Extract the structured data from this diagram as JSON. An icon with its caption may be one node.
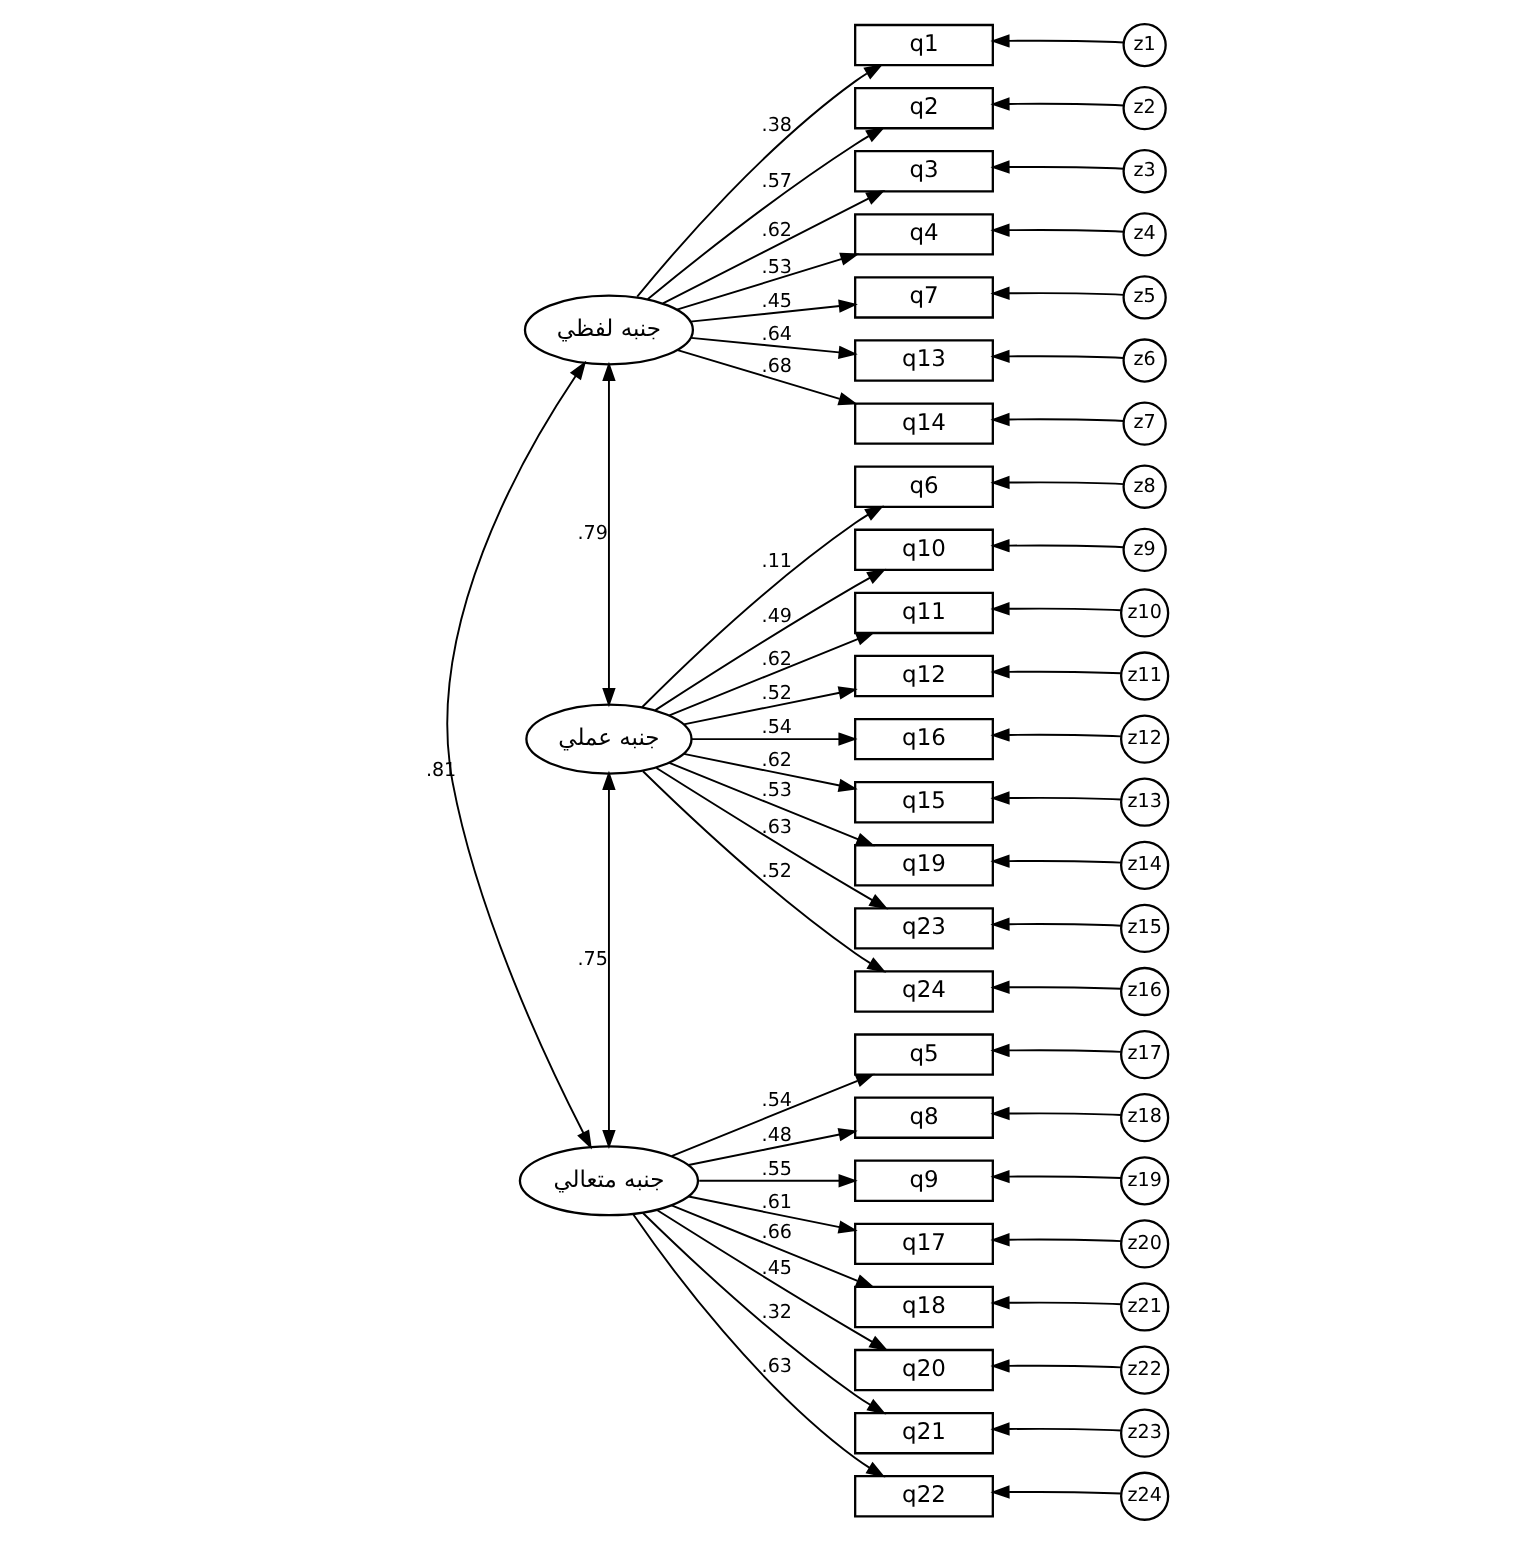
{
  "diagram": {
    "nodes": [
      {
        "text": [
          "جنبه لفظي"
        ]
      },
      {
        "text": [
          "جنبه عملي"
        ]
      },
      {
        "text": [
          "جنبه متعالي"
        ]
      },
      {
        "text": [
          "q1"
        ]
      },
      {
        "text": [
          "z1"
        ]
      },
      {
        "text": [
          "q2"
        ]
      },
      {
        "text": [
          "z2"
        ]
      },
      {
        "text": [
          "q3"
        ]
      },
      {
        "text": [
          "z3"
        ]
      },
      {
        "text": [
          "q4"
        ]
      },
      {
        "text": [
          "z4"
        ]
      },
      {
        "text": [
          "q7"
        ]
      },
      {
        "text": [
          "z5"
        ]
      },
      {
        "text": [
          "q13"
        ]
      },
      {
        "text": [
          "z6"
        ]
      },
      {
        "text": [
          "q14"
        ]
      },
      {
        "text": [
          "z7"
        ]
      },
      {
        "text": [
          "q6"
        ]
      },
      {
        "text": [
          "z8"
        ]
      },
      {
        "text": [
          "q10"
        ]
      },
      {
        "text": [
          "z9"
        ]
      },
      {
        "text": [
          "q11"
        ]
      },
      {
        "text": [
          "z10"
        ]
      },
      {
        "text": [
          "q12"
        ]
      },
      {
        "text": [
          "z11"
        ]
      },
      {
        "text": [
          "q16"
        ]
      },
      {
        "text": [
          "z12"
        ]
      },
      {
        "text": [
          "q15"
        ]
      },
      {
        "text": [
          "z13"
        ]
      },
      {
        "text": [
          "q19"
        ]
      },
      {
        "text": [
          "z14"
        ]
      },
      {
        "text": [
          "q23"
        ]
      },
      {
        "text": [
          "z15"
        ]
      },
      {
        "text": [
          "q24"
        ]
      },
      {
        "text": [
          "z16"
        ]
      },
      {
        "text": [
          "q5"
        ]
      },
      {
        "text": [
          "z17"
        ]
      },
      {
        "text": [
          "q8"
        ]
      },
      {
        "text": [
          "z18"
        ]
      },
      {
        "text": [
          "q9"
        ]
      },
      {
        "text": [
          "z19"
        ]
      },
      {
        "text": [
          "q17"
        ]
      },
      {
        "text": [
          "z20"
        ]
      },
      {
        "text": [
          "q18"
        ]
      },
      {
        "text": [
          "z21"
        ]
      },
      {
        "text": [
          "q20"
        ]
      },
      {
        "text": [
          "z22"
        ]
      },
      {
        "text": [
          "q21"
        ]
      },
      {
        "text": [
          "z23"
        ]
      },
      {
        "text": [
          "q22"
        ]
      },
      {
        "text": [
          "z24"
        ]
      }
    ],
    "edges": [
      {
        "from": 0,
        "to": 3,
        "arrow": "to",
        "label": ".38"
      },
      {
        "from": 0,
        "to": 5,
        "arrow": "to",
        "label": ".57"
      },
      {
        "from": 0,
        "to": 7,
        "arrow": "to",
        "label": ".62"
      },
      {
        "from": 0,
        "to": 9,
        "arrow": "to",
        "label": ".53"
      },
      {
        "from": 0,
        "to": 11,
        "arrow": "to",
        "label": ".45"
      },
      {
        "from": 0,
        "to": 13,
        "arrow": "to",
        "label": ".64"
      },
      {
        "from": 0,
        "to": 15,
        "arrow": "to",
        "label": ".68"
      },
      {
        "from": 1,
        "to": 17,
        "arrow": "to",
        "label": ".11"
      },
      {
        "from": 1,
        "to": 19,
        "arrow": "to",
        "label": ".49"
      },
      {
        "from": 1,
        "to": 21,
        "arrow": "to",
        "label": ".62"
      },
      {
        "from": 1,
        "to": 23,
        "arrow": "to",
        "label": ".52"
      },
      {
        "from": 1,
        "to": 25,
        "arrow": "to",
        "label": ".54"
      },
      {
        "from": 1,
        "to": 27,
        "arrow": "to",
        "label": ".62"
      },
      {
        "from": 1,
        "to": 29,
        "arrow": "to",
        "label": ".53"
      },
      {
        "from": 1,
        "to": 31,
        "arrow": "to",
        "label": ".63"
      },
      {
        "from": 1,
        "to": 33,
        "arrow": "to",
        "label": ".52"
      },
      {
        "from": 2,
        "to": 35,
        "arrow": "to",
        "label": ".54"
      },
      {
        "from": 2,
        "to": 37,
        "arrow": "to",
        "label": ".48"
      },
      {
        "from": 2,
        "to": 39,
        "arrow": "to",
        "label": ".55"
      },
      {
        "from": 2,
        "to": 41,
        "arrow": "to",
        "label": ".61"
      },
      {
        "from": 2,
        "to": 43,
        "arrow": "to",
        "label": ".66"
      },
      {
        "from": 2,
        "to": 45,
        "arrow": "to",
        "label": ".45"
      },
      {
        "from": 2,
        "to": 47,
        "arrow": "to",
        "label": ".32"
      },
      {
        "from": 2,
        "to": 49,
        "arrow": "to",
        "label": ".63"
      },
      {
        "from": 4,
        "to": 3,
        "arrow": "to"
      },
      {
        "from": 6,
        "to": 5,
        "arrow": "to"
      },
      {
        "from": 8,
        "to": 7,
        "arrow": "to"
      },
      {
        "from": 10,
        "to": 9,
        "arrow": "to"
      },
      {
        "from": 12,
        "to": 11,
        "arrow": "to"
      },
      {
        "from": 14,
        "to": 13,
        "arrow": "to"
      },
      {
        "from": 16,
        "to": 15,
        "arrow": "to"
      },
      {
        "from": 18,
        "to": 17,
        "arrow": "to"
      },
      {
        "from": 20,
        "to": 19,
        "arrow": "to"
      },
      {
        "from": 22,
        "to": 21,
        "arrow": "to"
      },
      {
        "from": 24,
        "to": 23,
        "arrow": "to"
      },
      {
        "from": 26,
        "to": 25,
        "arrow": "to"
      },
      {
        "from": 28,
        "to": 27,
        "arrow": "to"
      },
      {
        "from": 30,
        "to": 29,
        "arrow": "to"
      },
      {
        "from": 32,
        "to": 31,
        "arrow": "to"
      },
      {
        "from": 34,
        "to": 33,
        "arrow": "to"
      },
      {
        "from": 36,
        "to": 35,
        "arrow": "to"
      },
      {
        "from": 38,
        "to": 37,
        "arrow": "to"
      },
      {
        "from": 40,
        "to": 39,
        "arrow": "to"
      },
      {
        "from": 42,
        "to": 41,
        "arrow": "to"
      },
      {
        "from": 44,
        "to": 43,
        "arrow": "to"
      },
      {
        "from": 46,
        "to": 45,
        "arrow": "to"
      },
      {
        "from": 48,
        "to": 47,
        "arrow": "to"
      },
      {
        "from": 50,
        "to": 49,
        "arrow": "to"
      },
      {
        "from": 0,
        "to": 1,
        "arrow": "both",
        "label": ".79"
      },
      {
        "from": 1,
        "to": 2,
        "arrow": "both",
        "label": ".75"
      },
      {
        "from": 0,
        "to": 2,
        "arrow": "both",
        "label": ".81"
      }
    ]
  }
}
